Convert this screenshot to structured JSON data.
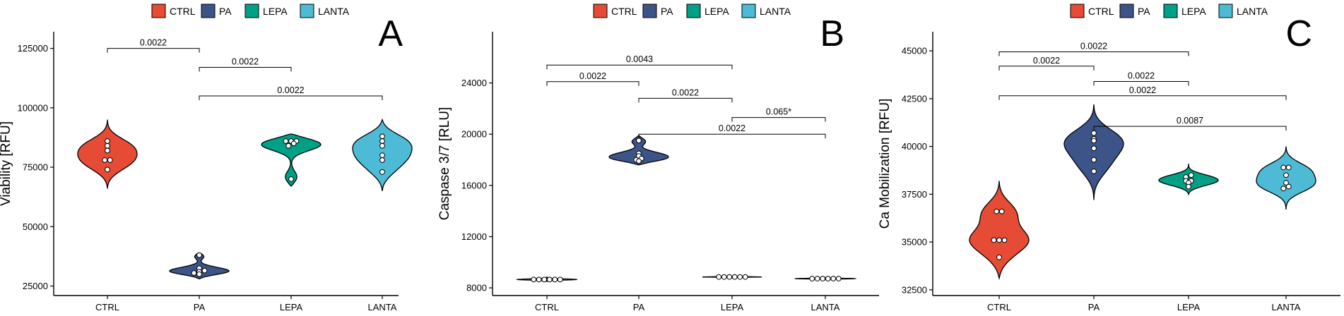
{
  "legend": [
    {
      "label": "CTRL",
      "color": "#E64B35"
    },
    {
      "label": "PA",
      "color": "#3C5488"
    },
    {
      "label": "LEPA",
      "color": "#00A087"
    },
    {
      "label": "LANTA",
      "color": "#4DBBD5"
    }
  ],
  "chart_data": [
    {
      "type": "violin",
      "panel_label": "A",
      "ylabel": "Viability [RFU]",
      "categories": [
        "CTRL",
        "PA",
        "LEPA",
        "LANTA"
      ],
      "ylim": [
        21000,
        132000
      ],
      "yticks": [
        25000,
        50000,
        75000,
        100000,
        125000
      ],
      "grid": false,
      "series": [
        {
          "name": "CTRL",
          "violin_range": [
            66000,
            95000
          ],
          "points": [
            74000,
            78000,
            78000,
            82000,
            84000,
            86000
          ]
        },
        {
          "name": "PA",
          "violin_range": [
            28000,
            39000
          ],
          "points": [
            30000,
            30500,
            31000,
            31500,
            32500,
            38000
          ]
        },
        {
          "name": "LEPA",
          "violin_range": [
            67000,
            89000
          ],
          "points": [
            70000,
            84000,
            85000,
            86000,
            86000,
            86000
          ]
        },
        {
          "name": "LANTA",
          "violin_range": [
            65000,
            95000
          ],
          "points": [
            73000,
            78000,
            80000,
            84000,
            86000,
            88000
          ]
        }
      ],
      "comparisons": [
        {
          "from": "CTRL",
          "to": "PA",
          "label": "0.0022",
          "y": 125000
        },
        {
          "from": "PA",
          "to": "LEPA",
          "label": "0.0022",
          "y": 117000
        },
        {
          "from": "PA",
          "to": "LANTA",
          "label": "0.0022",
          "y": 105000
        }
      ]
    },
    {
      "type": "violin",
      "panel_label": "B",
      "ylabel": "Caspase 3/7 [RLU]",
      "categories": [
        "CTRL",
        "PA",
        "LEPA",
        "LANTA"
      ],
      "ylim": [
        7400,
        28000
      ],
      "yticks": [
        8000,
        12000,
        16000,
        20000,
        24000
      ],
      "grid": false,
      "series": [
        {
          "name": "CTRL",
          "violin_range": [
            8500,
            8900
          ],
          "points": [
            8650,
            8650,
            8650,
            8650,
            8650,
            8650
          ]
        },
        {
          "name": "PA",
          "violin_range": [
            17600,
            19900
          ],
          "points": [
            17900,
            18000,
            18100,
            18300,
            18500,
            19500
          ]
        },
        {
          "name": "LEPA",
          "violin_range": [
            8780,
            8950
          ],
          "points": [
            8850,
            8850,
            8850,
            8850,
            8850,
            8850
          ]
        },
        {
          "name": "LANTA",
          "violin_range": [
            8600,
            8850
          ],
          "points": [
            8720,
            8720,
            8720,
            8720,
            8720,
            8720
          ]
        }
      ],
      "comparisons": [
        {
          "from": "CTRL",
          "to": "LEPA",
          "label": "0.0043",
          "y": 25400
        },
        {
          "from": "CTRL",
          "to": "PA",
          "label": "0.0022",
          "y": 24100
        },
        {
          "from": "PA",
          "to": "LEPA",
          "label": "0.0022",
          "y": 22800
        },
        {
          "from": "LEPA",
          "to": "LANTA",
          "label": "0.065*",
          "y": 21300
        },
        {
          "from": "PA",
          "to": "LANTA",
          "label": "0.0022",
          "y": 20000
        }
      ]
    },
    {
      "type": "violin",
      "panel_label": "C",
      "ylabel": "Ca Mobilization [RFU]",
      "categories": [
        "CTRL",
        "PA",
        "LEPA",
        "LANTA"
      ],
      "ylim": [
        32200,
        46000
      ],
      "yticks": [
        32500,
        35000,
        37500,
        40000,
        42500,
        45000
      ],
      "grid": false,
      "series": [
        {
          "name": "CTRL",
          "violin_range": [
            33100,
            38200
          ],
          "points": [
            34200,
            35100,
            35100,
            35100,
            36600,
            36600
          ]
        },
        {
          "name": "PA",
          "violin_range": [
            37200,
            42200
          ],
          "points": [
            38700,
            39300,
            39900,
            40300,
            40400,
            40700
          ]
        },
        {
          "name": "LEPA",
          "violin_range": [
            37500,
            39100
          ],
          "points": [
            37900,
            38100,
            38200,
            38200,
            38400,
            38500
          ]
        },
        {
          "name": "LANTA",
          "violin_range": [
            36700,
            40000
          ],
          "points": [
            37800,
            37900,
            38100,
            38500,
            38900,
            38900
          ]
        }
      ],
      "comparisons": [
        {
          "from": "CTRL",
          "to": "LEPA",
          "label": "0.0022",
          "y": 44950
        },
        {
          "from": "CTRL",
          "to": "PA",
          "label": "0.0022",
          "y": 44200
        },
        {
          "from": "PA",
          "to": "LEPA",
          "label": "0.0022",
          "y": 43400
        },
        {
          "from": "CTRL",
          "to": "LANTA",
          "label": "0.0022",
          "y": 42650
        },
        {
          "from": "PA",
          "to": "LANTA",
          "label": "0.0087",
          "y": 41050
        }
      ]
    }
  ]
}
